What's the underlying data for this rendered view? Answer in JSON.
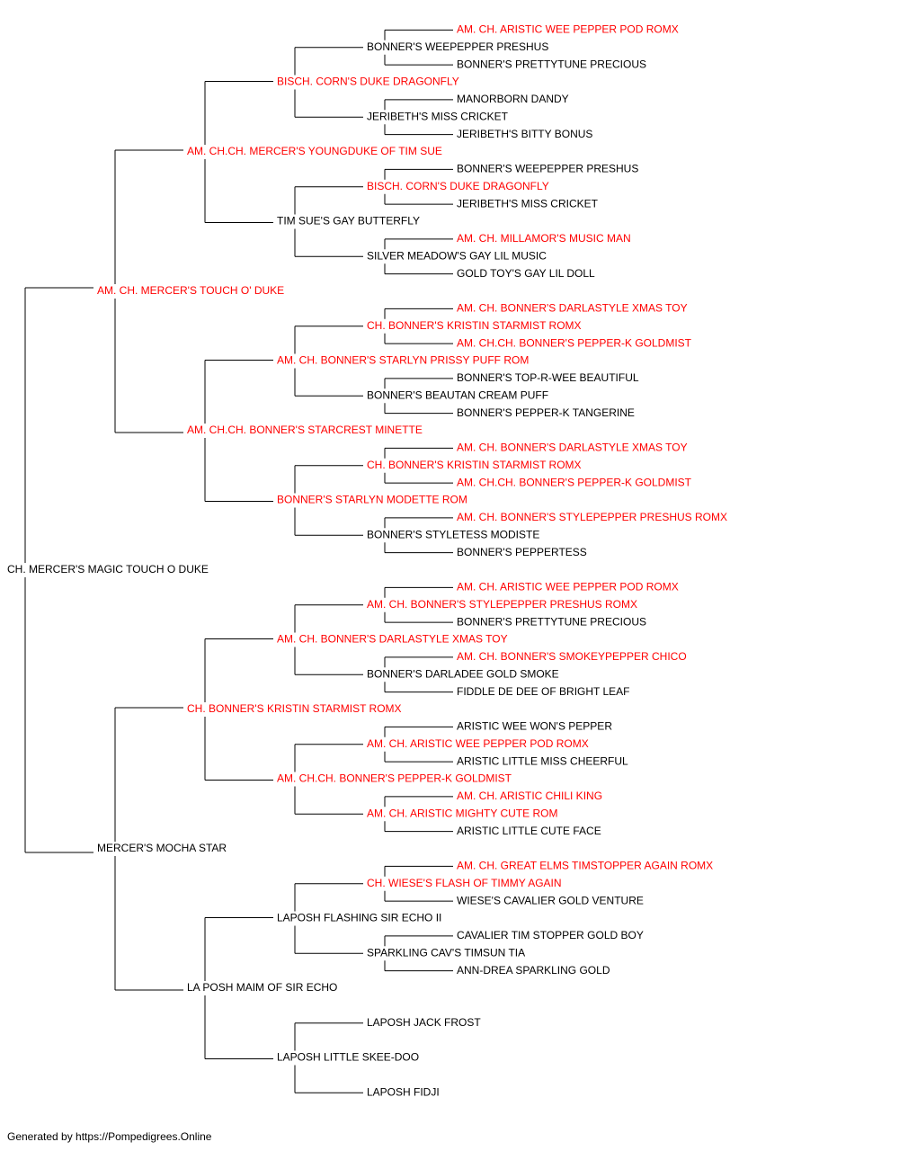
{
  "colors": {
    "champion": "#ff0000",
    "regular": "#000000",
    "line": "#000000"
  },
  "pedigree": {
    "name": "CH. MERCER'S MAGIC TOUCH O DUKE",
    "champion": false,
    "sire": {
      "name": "AM. CH. MERCER'S TOUCH O' DUKE",
      "champion": true,
      "sire": {
        "name": "AM. CH.CH. MERCER'S YOUNGDUKE OF TIM SUE",
        "champion": true,
        "sire": {
          "name": "BISCH. CORN'S DUKE DRAGONFLY",
          "champion": true,
          "sire": {
            "name": "BONNER'S WEEPEPPER PRESHUS",
            "champion": false,
            "sire": {
              "name": "AM. CH. ARISTIC WEE PEPPER POD ROMX",
              "champion": true
            },
            "dam": {
              "name": "BONNER'S PRETTYTUNE PRECIOUS",
              "champion": false
            }
          },
          "dam": {
            "name": "JERIBETH'S MISS CRICKET",
            "champion": false,
            "sire": {
              "name": "MANORBORN DANDY",
              "champion": false
            },
            "dam": {
              "name": "JERIBETH'S BITTY BONUS",
              "champion": false
            }
          }
        },
        "dam": {
          "name": "TIM SUE'S GAY BUTTERFLY",
          "champion": false,
          "sire": {
            "name": "BISCH. CORN'S DUKE DRAGONFLY",
            "champion": true,
            "sire": {
              "name": "BONNER'S WEEPEPPER PRESHUS",
              "champion": false
            },
            "dam": {
              "name": "JERIBETH'S MISS CRICKET",
              "champion": false
            }
          },
          "dam": {
            "name": "SILVER MEADOW'S GAY LIL MUSIC",
            "champion": false,
            "sire": {
              "name": "AM. CH. MILLAMOR'S MUSIC MAN",
              "champion": true
            },
            "dam": {
              "name": "GOLD TOY'S GAY LIL DOLL",
              "champion": false
            }
          }
        }
      },
      "dam": {
        "name": "AM. CH.CH. BONNER'S STARCREST MINETTE",
        "champion": true,
        "sire": {
          "name": "AM. CH. BONNER'S STARLYN PRISSY PUFF ROM",
          "champion": true,
          "sire": {
            "name": "CH. BONNER'S KRISTIN STARMIST ROMX",
            "champion": true,
            "sire": {
              "name": "AM. CH. BONNER'S DARLASTYLE XMAS TOY",
              "champion": true
            },
            "dam": {
              "name": "AM. CH.CH. BONNER'S PEPPER-K GOLDMIST",
              "champion": true
            }
          },
          "dam": {
            "name": "BONNER'S BEAUTAN CREAM PUFF",
            "champion": false,
            "sire": {
              "name": "BONNER'S TOP-R-WEE BEAUTIFUL",
              "champion": false
            },
            "dam": {
              "name": "BONNER'S PEPPER-K TANGERINE",
              "champion": false
            }
          }
        },
        "dam": {
          "name": "BONNER'S STARLYN MODETTE ROM",
          "champion": true,
          "sire": {
            "name": "CH. BONNER'S KRISTIN STARMIST ROMX",
            "champion": true,
            "sire": {
              "name": "AM. CH. BONNER'S DARLASTYLE XMAS TOY",
              "champion": true
            },
            "dam": {
              "name": "AM. CH.CH. BONNER'S PEPPER-K GOLDMIST",
              "champion": true
            }
          },
          "dam": {
            "name": "BONNER'S STYLETESS MODISTE",
            "champion": false,
            "sire": {
              "name": "AM. CH. BONNER'S STYLEPEPPER PRESHUS ROMX",
              "champion": true
            },
            "dam": {
              "name": "BONNER'S PEPPERTESS",
              "champion": false
            }
          }
        }
      }
    },
    "dam": {
      "name": "MERCER'S MOCHA STAR",
      "champion": false,
      "sire": {
        "name": "CH. BONNER'S KRISTIN STARMIST ROMX",
        "champion": true,
        "sire": {
          "name": "AM. CH. BONNER'S DARLASTYLE XMAS TOY",
          "champion": true,
          "sire": {
            "name": "AM. CH. BONNER'S STYLEPEPPER PRESHUS ROMX",
            "champion": true,
            "sire": {
              "name": "AM. CH. ARISTIC WEE PEPPER POD ROMX",
              "champion": true
            },
            "dam": {
              "name": "BONNER'S PRETTYTUNE PRECIOUS",
              "champion": false
            }
          },
          "dam": {
            "name": "BONNER'S DARLADEE GOLD SMOKE",
            "champion": false,
            "sire": {
              "name": "AM. CH. BONNER'S SMOKEYPEPPER CHICO",
              "champion": true
            },
            "dam": {
              "name": "FIDDLE DE DEE OF BRIGHT LEAF",
              "champion": false
            }
          }
        },
        "dam": {
          "name": "AM. CH.CH. BONNER'S PEPPER-K GOLDMIST",
          "champion": true,
          "sire": {
            "name": "AM. CH. ARISTIC WEE PEPPER POD ROMX",
            "champion": true,
            "sire": {
              "name": "ARISTIC WEE WON'S PEPPER",
              "champion": false
            },
            "dam": {
              "name": "ARISTIC LITTLE MISS CHEERFUL",
              "champion": false
            }
          },
          "dam": {
            "name": "AM. CH. ARISTIC MIGHTY CUTE ROM",
            "champion": true,
            "sire": {
              "name": "AM. CH. ARISTIC CHILI KING",
              "champion": true
            },
            "dam": {
              "name": "ARISTIC LITTLE CUTE FACE",
              "champion": false
            }
          }
        }
      },
      "dam": {
        "name": "LA POSH MAIM OF SIR ECHO",
        "champion": false,
        "sire": {
          "name": "LAPOSH FLASHING SIR ECHO II",
          "champion": false,
          "sire": {
            "name": "CH. WIESE'S FLASH OF TIMMY AGAIN",
            "champion": true,
            "sire": {
              "name": "AM. CH. GREAT ELMS TIMSTOPPER AGAIN ROMX",
              "champion": true
            },
            "dam": {
              "name": "WIESE'S CAVALIER GOLD VENTURE",
              "champion": false
            }
          },
          "dam": {
            "name": "SPARKLING CAV'S TIMSUN TIA",
            "champion": false,
            "sire": {
              "name": "CAVALIER TIM STOPPER GOLD BOY",
              "champion": false
            },
            "dam": {
              "name": "ANN-DREA SPARKLING GOLD",
              "champion": false
            }
          }
        },
        "dam": {
          "name": "LAPOSH LITTLE SKEE-DOO",
          "champion": false,
          "sire": {
            "name": "LAPOSH JACK FROST",
            "champion": false
          },
          "dam": {
            "name": "LAPOSH FIDJI",
            "champion": false
          }
        }
      }
    }
  },
  "footer": {
    "text": "Generated by https://Pompedigrees.Online"
  }
}
